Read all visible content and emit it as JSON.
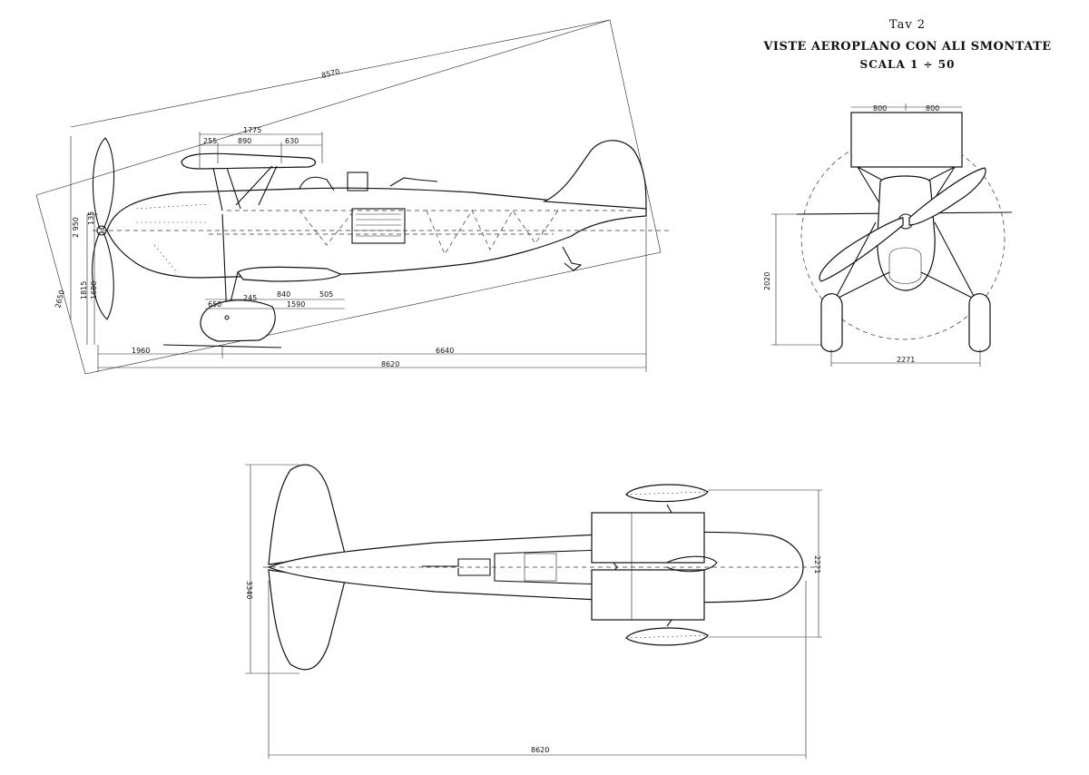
{
  "header": {
    "plate": "Tav 2",
    "title": "VISTE AEROPLANO CON ALI SMONTATE",
    "scale": "SCALA 1 ÷ 50"
  },
  "side_view": {
    "dims": {
      "diagonal": "8570",
      "span_top": "1775",
      "d255": "255",
      "d890": "890",
      "d630": "630",
      "h2950": "2 950",
      "d135": "135",
      "h1815": "1815",
      "h1680": "1680",
      "diag2650": "2650",
      "d650": "650",
      "d245": "245",
      "d840": "840",
      "d505": "505",
      "d1590": "1590",
      "d1960": "1960",
      "d6640": "6640",
      "length": "8620"
    }
  },
  "front_view": {
    "dims": {
      "w800a": "800",
      "w800b": "800",
      "h2020": "2020",
      "track": "2271"
    }
  },
  "top_view": {
    "dims": {
      "tail_span": "3340",
      "track": "2271",
      "length": "8620"
    }
  }
}
